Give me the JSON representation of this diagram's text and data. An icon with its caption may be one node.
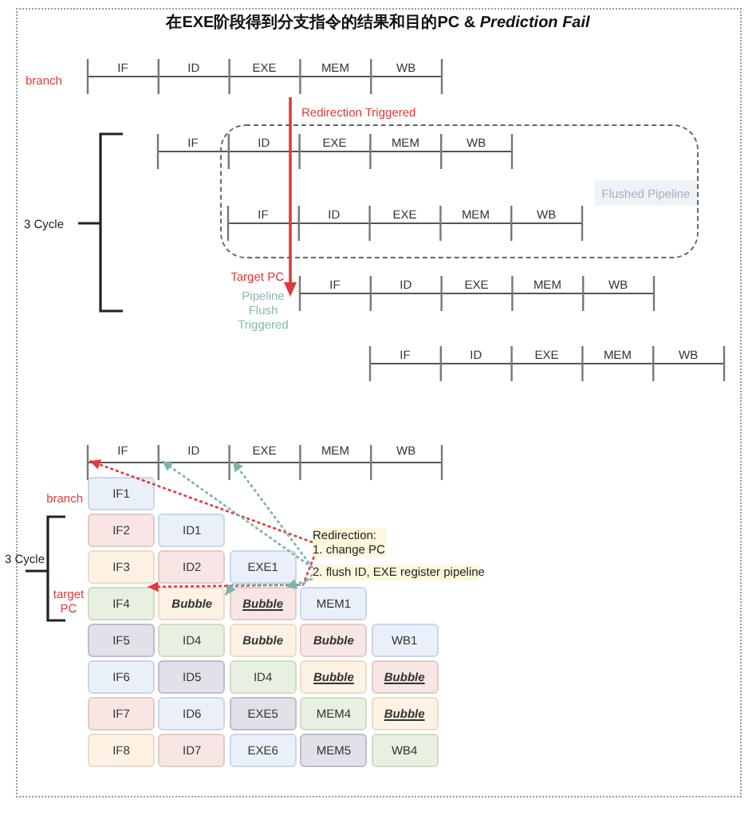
{
  "diagram": {
    "title": "在EXE阶段得到分支指令的结果和目的PC & *Prediction Fail*",
    "nodes": [
      {
        "text": [],
        "shape": "box"
      },
      {
        "text": [
          "Flushed Pipeline"
        ],
        "in": 0
      },
      {
        "text": [
          "IF"
        ]
      },
      {
        "text": [
          "ID"
        ]
      },
      {
        "text": [
          "EXE"
        ]
      },
      {
        "text": [
          "MEM"
        ]
      },
      {
        "text": [
          "WB"
        ]
      },
      {
        "text": [
          "IF1"
        ]
      },
      {
        "text": [
          "IF2"
        ]
      },
      {
        "text": [
          "ID1"
        ]
      },
      {
        "text": [
          "IF3"
        ]
      },
      {
        "text": [
          "ID2"
        ]
      },
      {
        "text": [
          "EXE1"
        ]
      },
      {
        "text": [
          "IF4"
        ]
      },
      {
        "text": [
          "Bubble"
        ]
      },
      {
        "text": [
          "Bubble"
        ]
      },
      {
        "text": [
          "MEM1"
        ]
      },
      {
        "text": [
          "IF5"
        ]
      },
      {
        "text": [
          "ID4"
        ]
      },
      {
        "text": [
          "Bubble"
        ]
      },
      {
        "text": [
          "Bubble"
        ]
      },
      {
        "text": [
          "WB1"
        ]
      },
      {
        "text": [
          "IF6"
        ]
      },
      {
        "text": [
          "ID5"
        ]
      },
      {
        "text": [
          "ID4"
        ]
      },
      {
        "text": [
          "Bubble"
        ]
      },
      {
        "text": [
          "Bubble"
        ]
      },
      {
        "text": [
          "IF7"
        ]
      },
      {
        "text": [
          "ID6"
        ]
      },
      {
        "text": [
          "EXE5"
        ]
      },
      {
        "text": [
          "MEM4"
        ]
      },
      {
        "text": [
          "Bubble"
        ]
      },
      {
        "text": [
          "IF8"
        ]
      },
      {
        "text": [
          "ID7"
        ]
      },
      {
        "text": [
          "EXE6"
        ]
      },
      {
        "text": [
          "MEM5"
        ]
      },
      {
        "text": [
          "WB4"
        ]
      },
      {
        "text": [
          "Redirection: 1. change PC"
        ]
      },
      {
        "text": [
          "2. flush ID, EXE register pipeline"
        ]
      }
    ],
    "edges": [
      {
        "from": 37,
        "to": 2,
        "arrow": "to",
        "style": "dashed",
        "color": "#e03a3a"
      },
      {
        "from": 37,
        "to": 13,
        "arrow": "to",
        "style": "dashed",
        "color": "#e03a3a"
      },
      {
        "from": 38,
        "to": 3,
        "arrow": "to",
        "style": "dashed",
        "color": "#7fb2ae"
      },
      {
        "from": 38,
        "to": 4,
        "arrow": "to",
        "style": "dashed",
        "color": "#7fb2ae"
      },
      {
        "from": 38,
        "to": 14,
        "arrow": "to",
        "style": "dashed",
        "color": "#7fb2ae"
      },
      {
        "from": 38,
        "to": 15,
        "arrow": "to",
        "style": "dashed",
        "color": "#7fb2ae"
      }
    ],
    "labels": [
      "branch",
      "IF",
      "ID",
      "EXE",
      "MEM",
      "WB",
      "Redirection Triggered",
      "IF",
      "ID",
      "EXE",
      "MEM",
      "WB",
      "3 Cycle",
      "IF",
      "ID",
      "EXE",
      "MEM",
      "WB",
      "Target PC",
      "IF",
      "ID",
      "EXE",
      "MEM",
      "WB",
      "Pipeline Flush Triggered",
      "IF",
      "ID",
      "EXE",
      "MEM",
      "WB",
      "branch",
      "3 Cycle",
      "target PC"
    ]
  }
}
